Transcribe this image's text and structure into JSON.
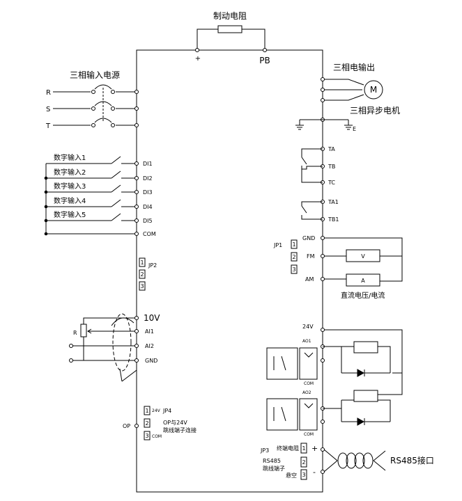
{
  "top": {
    "brake_resistor": "制动电阻",
    "plus": "+",
    "pb": "PB"
  },
  "power_input": {
    "title": "三相输入电源",
    "phases": [
      "R",
      "S",
      "T"
    ]
  },
  "motor": {
    "output_title": "三相电输出",
    "symbol": "M",
    "name": "三相异步电机",
    "ground": "E"
  },
  "relays": [
    "TA",
    "TB",
    "TC",
    "TA1",
    "TB1"
  ],
  "digital_inputs": {
    "labels": [
      "数字输入1",
      "数字输入2",
      "数字输入3",
      "数字输入4",
      "数字输入5"
    ],
    "terminals": [
      "DI1",
      "DI2",
      "DI3",
      "DI4",
      "DI5"
    ],
    "com": "COM"
  },
  "jp1": {
    "name": "JP1",
    "pins": [
      "1",
      "2",
      "3"
    ]
  },
  "jp2": {
    "name": "JP2",
    "pins": [
      "1",
      "2",
      "3"
    ]
  },
  "meters": {
    "gnd": "GND",
    "fm": "FM",
    "am": "AM",
    "v": "V",
    "a": "A",
    "caption": "直流电压/电流"
  },
  "analog": {
    "ten_v": "10V",
    "ai1": "AI1",
    "ai2": "AI2",
    "gnd": "GND",
    "r": "R"
  },
  "outputs": {
    "v24": "24V",
    "ao1": "AO1",
    "ao2": "AO2",
    "com": "COM"
  },
  "jp4": {
    "name": "JP4",
    "pins": [
      "1",
      "2",
      "3"
    ],
    "pin1": "24V",
    "pin3": "COM",
    "note1": "OP与24V",
    "note2": "跳线端子连接",
    "op": "OP"
  },
  "jp3": {
    "name": "JP3",
    "pins": [
      "1",
      "2",
      "3"
    ],
    "bias_res": "终端电阻",
    "rs485": "RS485",
    "jumper": "跳线端子",
    "empty": "悬空",
    "plus": "+",
    "minus": "-"
  },
  "rs485_port": "RS485接口"
}
